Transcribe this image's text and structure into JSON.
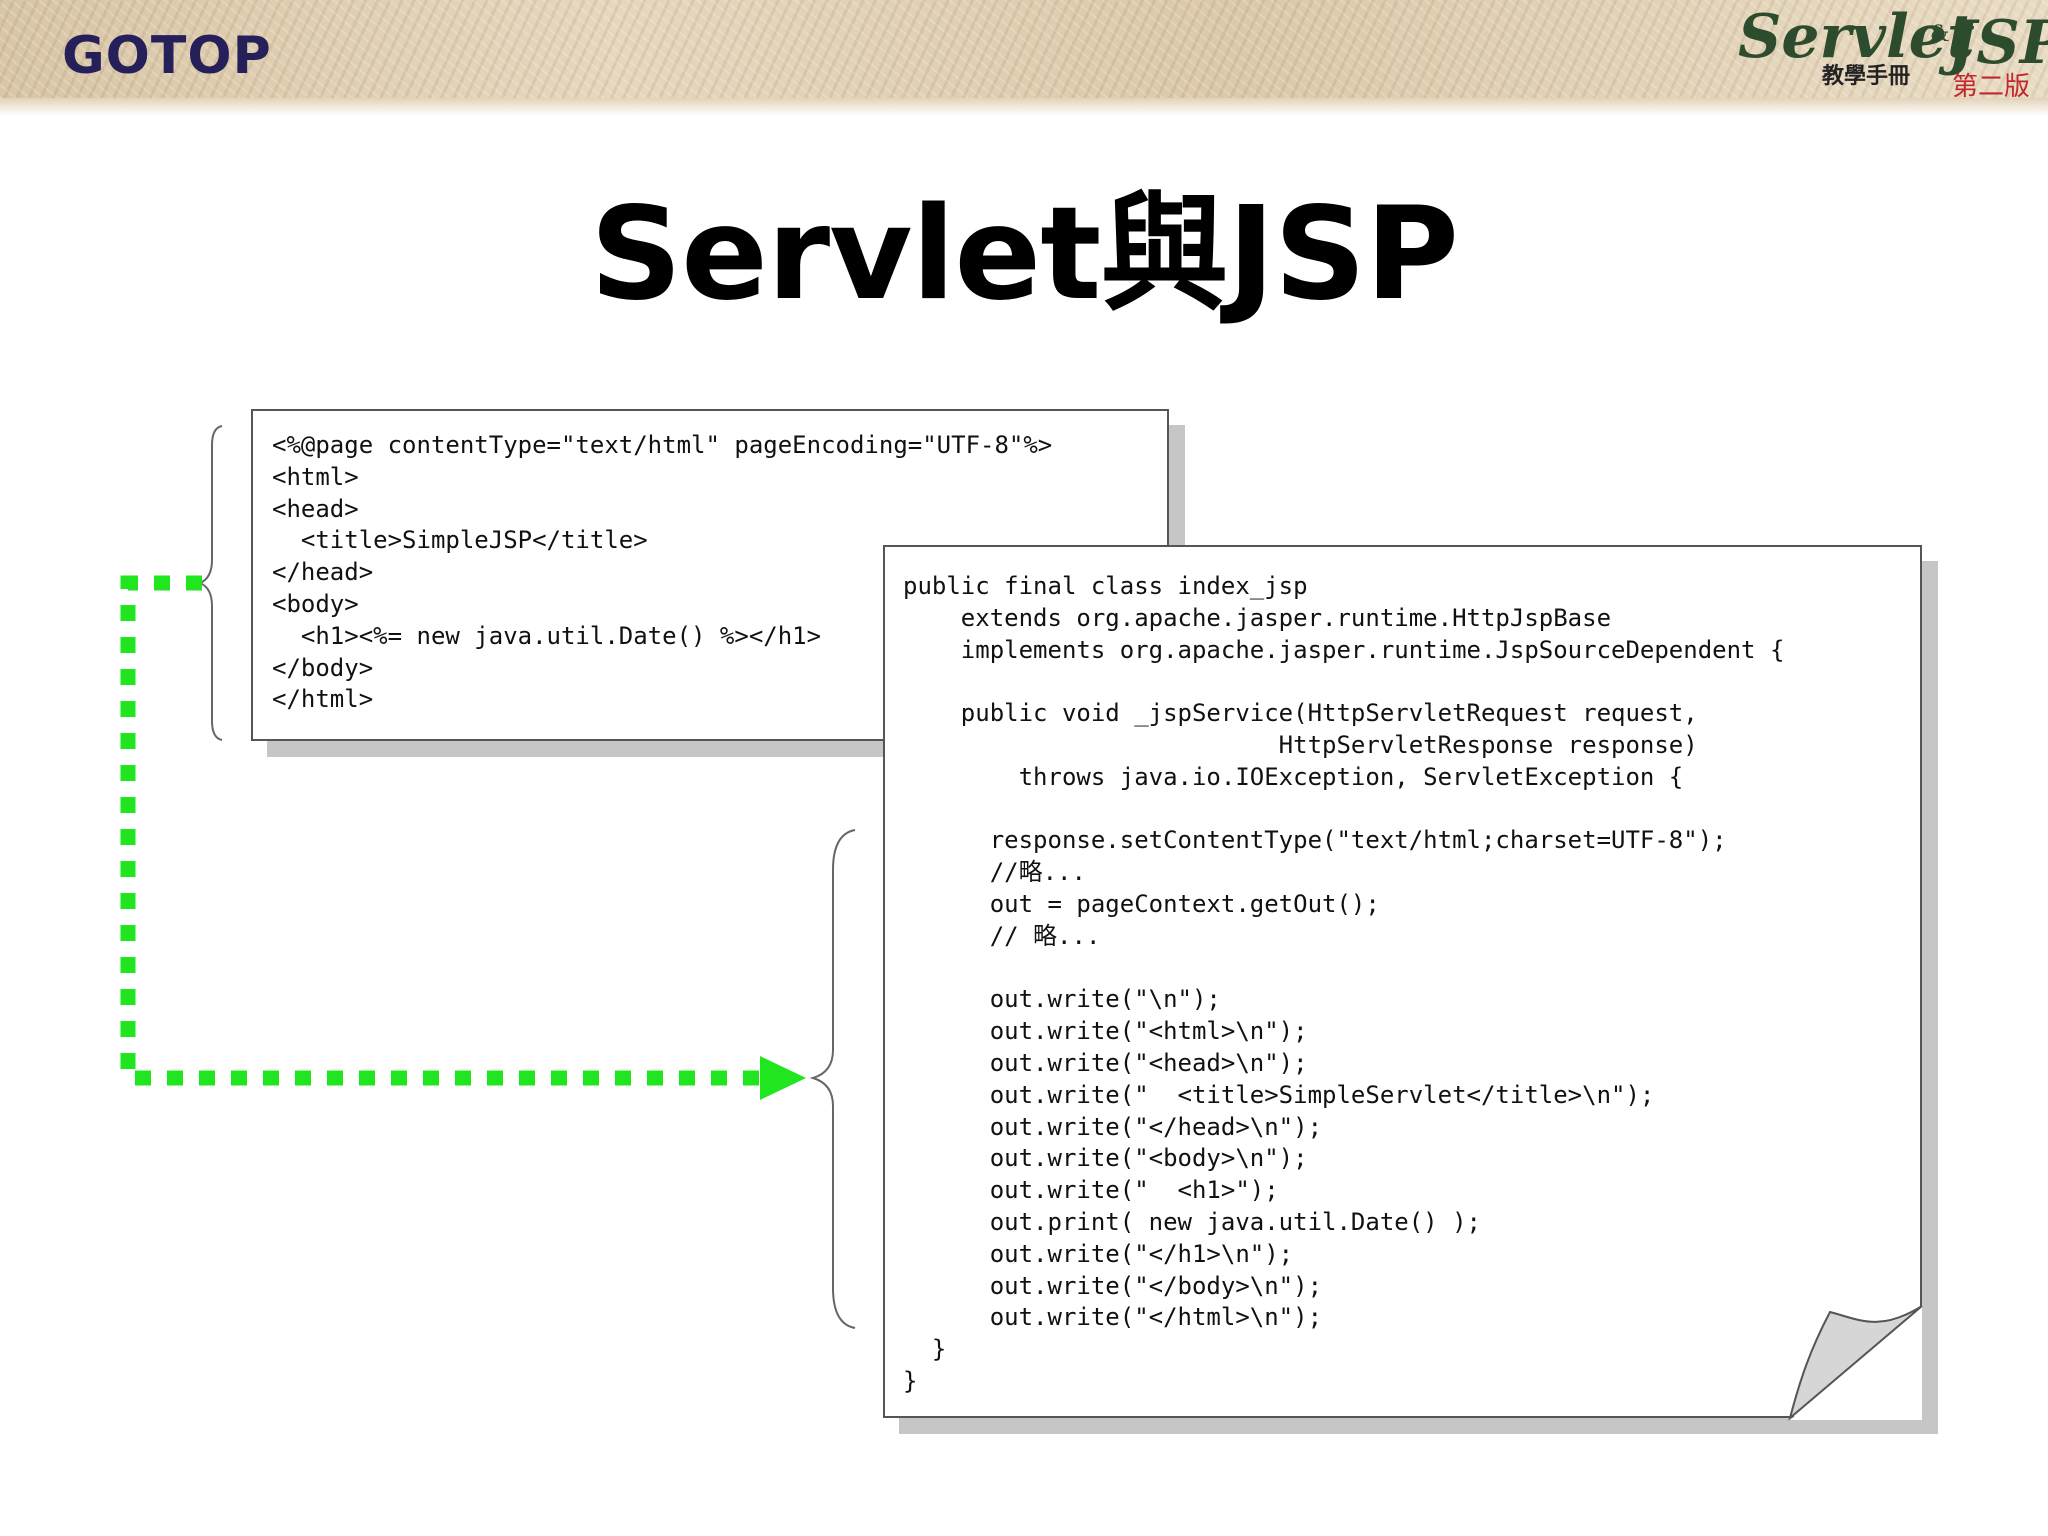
{
  "header": {
    "logo_text": "GOTOP",
    "brand": {
      "title_part1": "Servlet",
      "ampersand": "&",
      "title_part2": "JSP",
      "subtitle": "教學手冊",
      "edition": "第二版"
    }
  },
  "slide": {
    "title": "Servlet與JSP"
  },
  "jsp_source": {
    "lines": [
      "<%@page contentType=\"text/html\" pageEncoding=\"UTF-8\"%>",
      "<html>",
      "<head>",
      "  <title>SimpleJSP</title>",
      "</head>",
      "<body>",
      "  <h1><%= new java.util.Date() %></h1>",
      "</body>",
      "</html>"
    ]
  },
  "servlet_source": {
    "lines": [
      "public final class index_jsp",
      "    extends org.apache.jasper.runtime.HttpJspBase",
      "    implements org.apache.jasper.runtime.JspSourceDependent {",
      "",
      "    public void _jspService(HttpServletRequest request,",
      "                          HttpServletResponse response)",
      "        throws java.io.IOException, ServletException {",
      "",
      "      response.setContentType(\"text/html;charset=UTF-8\");",
      "      //略...",
      "      out = pageContext.getOut();",
      "      // 略...",
      "",
      "      out.write(\"\\n\");",
      "      out.write(\"<html>\\n\");",
      "      out.write(\"<head>\\n\");",
      "      out.write(\"  <title>SimpleServlet</title>\\n\");",
      "      out.write(\"</head>\\n\");",
      "      out.write(\"<body>\\n\");",
      "      out.write(\"  <h1>\");",
      "      out.print( new java.util.Date() );",
      "      out.write(\"</h1>\\n\");",
      "      out.write(\"</body>\\n\");",
      "      out.write(\"</html>\\n\");",
      "  }",
      "}"
    ]
  },
  "colors": {
    "arrow": "#1fe61f",
    "logo": "#26205a",
    "brand_green": "#2d4b2d",
    "brand_red": "#c0282e",
    "box_border": "#555555",
    "shadow": "#c6c6c6"
  }
}
